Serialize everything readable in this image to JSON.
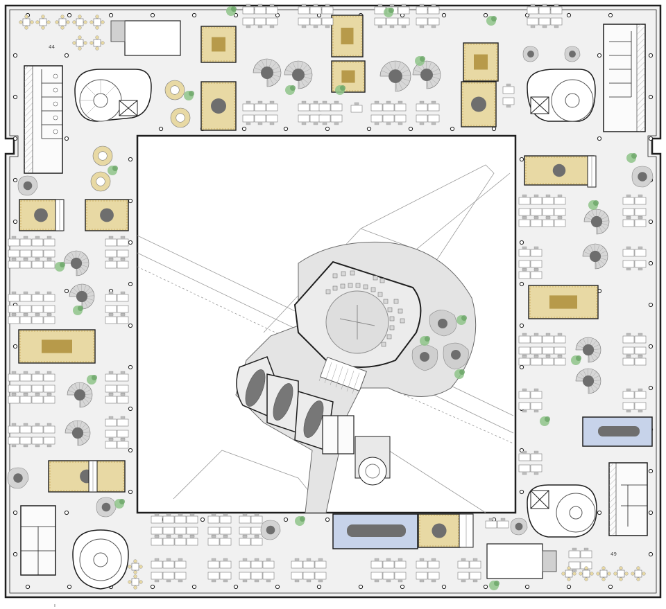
{
  "colors": {
    "background": "#ffffff",
    "floor": "#f1f1f1",
    "wall": "#1e1e1e",
    "atrium": "#ffffff",
    "atrium_line": "#8a8a8a",
    "plaza": "#e4e4e4",
    "room_gold": "#e8d9a4",
    "room_gold_dark": "#c9a652",
    "room_blue": "#c7d3ea",
    "desk": "#ffffff",
    "desk_line": "#7a7a7a",
    "chair": "#bdbdbd",
    "table_dark": "#6e6e6e",
    "plant": "#8fc48a",
    "wc": "#fbfbfb"
  },
  "icons": {
    "stair": "spiral-stair-icon",
    "plant": "plant-icon",
    "column": "column-icon",
    "wc": "toilet-icon"
  },
  "labels": {
    "north_west_stack": "44",
    "east_service": "49",
    "bottom_mark": "ı"
  }
}
